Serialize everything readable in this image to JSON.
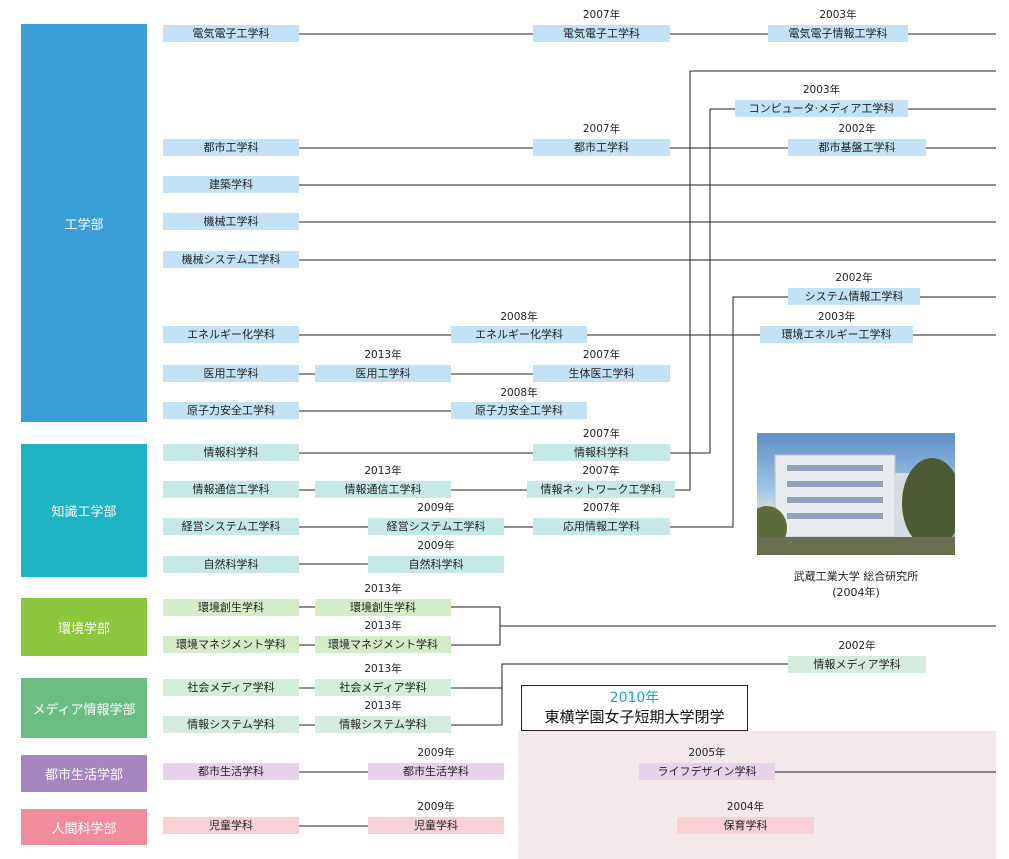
{
  "colors": {
    "kogaku": "#3a9fd9",
    "kogaku_box": "#c3e2f6",
    "chishiki": "#1db3c2",
    "chishiki_box": "#c6e9e7",
    "kankyo": "#8cc63f",
    "kankyo_box": "#d6ebc8",
    "media": "#6cbd84",
    "media_box": "#d3ecdc",
    "toshi": "#a785bf",
    "toshi_box": "#e6d3ea",
    "ningen": "#f08c9c",
    "ningen_box": "#f8d2d2",
    "closure_region": "#f3e8ea"
  },
  "faculties": {
    "kogaku": "工学部",
    "chishiki": "知識工学部",
    "kankyo": "環境学部",
    "media": "メディア情報学部",
    "toshi": "都市生活学部",
    "ningen": "人間科学部"
  },
  "departments": {
    "denki": "電気電子工学科",
    "denki_2007": "電気電子工学科",
    "denki_2003": "電気電子情報工学科",
    "computer_2003": "コンピュータ·メディア工学科",
    "toshi_kogaku": "都市工学科",
    "toshi_kogaku_2007": "都市工学科",
    "toshi_kiban_2002": "都市基盤工学科",
    "kenchiku": "建築学科",
    "kikai": "機械工学科",
    "kikai_system": "機械システム工学科",
    "system_joho_2002": "システム情報工学科",
    "energy": "エネルギー化学科",
    "energy_2008": "エネルギー化学科",
    "kankyo_energy_2003": "環境エネルギー工学科",
    "iyo": "医用工学科",
    "iyo_2013": "医用工学科",
    "seitai_2007": "生体医工学科",
    "genshiryoku": "原子力安全工学科",
    "genshiryoku_2008": "原子力安全工学科",
    "joho_kagaku": "情報科学科",
    "joho_kagaku_2007": "情報科学科",
    "joho_tsushin": "情報通信工学科",
    "joho_tsushin_2013": "情報通信工学科",
    "joho_network_2007": "情報ネットワーク工学科",
    "keiei": "経営システム工学科",
    "keiei_2009": "経営システム工学科",
    "oyo_joho_2007": "応用情報工学科",
    "shizen": "自然科学科",
    "shizen_2009": "自然科学科",
    "kankyo_sosei": "環境創生学科",
    "kankyo_sosei_2013": "環境創生学科",
    "kankyo_management": "環境マネジメント学科",
    "kankyo_management_2013": "環境マネジメント学科",
    "joho_media_2002": "情報メディア学科",
    "shakai_media": "社会メディア学科",
    "shakai_media_2013": "社会メディア学科",
    "joho_system": "情報システム学科",
    "joho_system_2013": "情報システム学科",
    "toshi_seikatsu": "都市生活学科",
    "toshi_seikatsu_2009": "都市生活学科",
    "life_design_2005": "ライフデザイン学科",
    "jido": "児童学科",
    "jido_2009": "児童学科",
    "hoiku_2004": "保育学科"
  },
  "years": {
    "y2007": "2007年",
    "y2003": "2003年",
    "y2002": "2002年",
    "y2008": "2008年",
    "y2013": "2013年",
    "y2009": "2009年",
    "y2005": "2005年",
    "y2004": "2004年"
  },
  "photo": {
    "caption_line1": "武蔵工業大学 総合研究所",
    "caption_line2": "(2004年)"
  },
  "closure": {
    "year": "2010年",
    "text": "東横学園女子短期大学閉学",
    "year_color": "#1a9ed9"
  }
}
